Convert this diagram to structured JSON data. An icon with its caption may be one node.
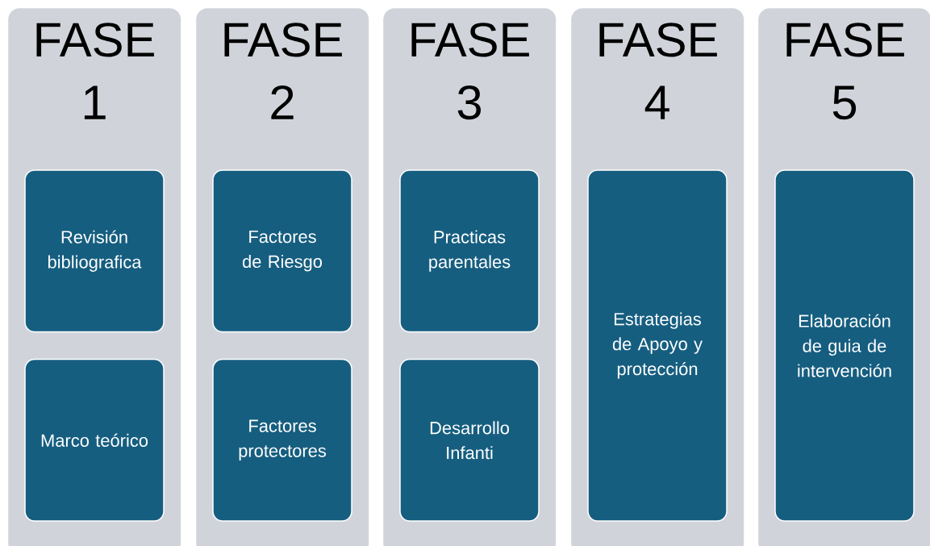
{
  "diagram": {
    "nodes": [
      {
        "text": [
          "FASE 1"
        ]
      },
      {
        "text": [
          "Revisión bibliografica"
        ],
        "in": 0
      },
      {
        "text": [
          "Marco teórico"
        ],
        "in": 0
      },
      {
        "text": [
          "FASE 2"
        ]
      },
      {
        "text": [
          "Factores de Riesgo"
        ],
        "in": 3
      },
      {
        "text": [
          "Factores protectores"
        ],
        "in": 3
      },
      {
        "text": [
          "FASE 3"
        ]
      },
      {
        "text": [
          "Practicas parentales"
        ],
        "in": 6
      },
      {
        "text": [
          "Desarrollo Infanti"
        ],
        "in": 6
      },
      {
        "text": [
          "FASE 4"
        ]
      },
      {
        "text": [
          "Estrategias de Apoyo y protección"
        ],
        "in": 9
      },
      {
        "text": [
          "FASE 5"
        ]
      },
      {
        "text": [
          "Elaboración de guia de intervención"
        ],
        "in": 11
      }
    ]
  }
}
